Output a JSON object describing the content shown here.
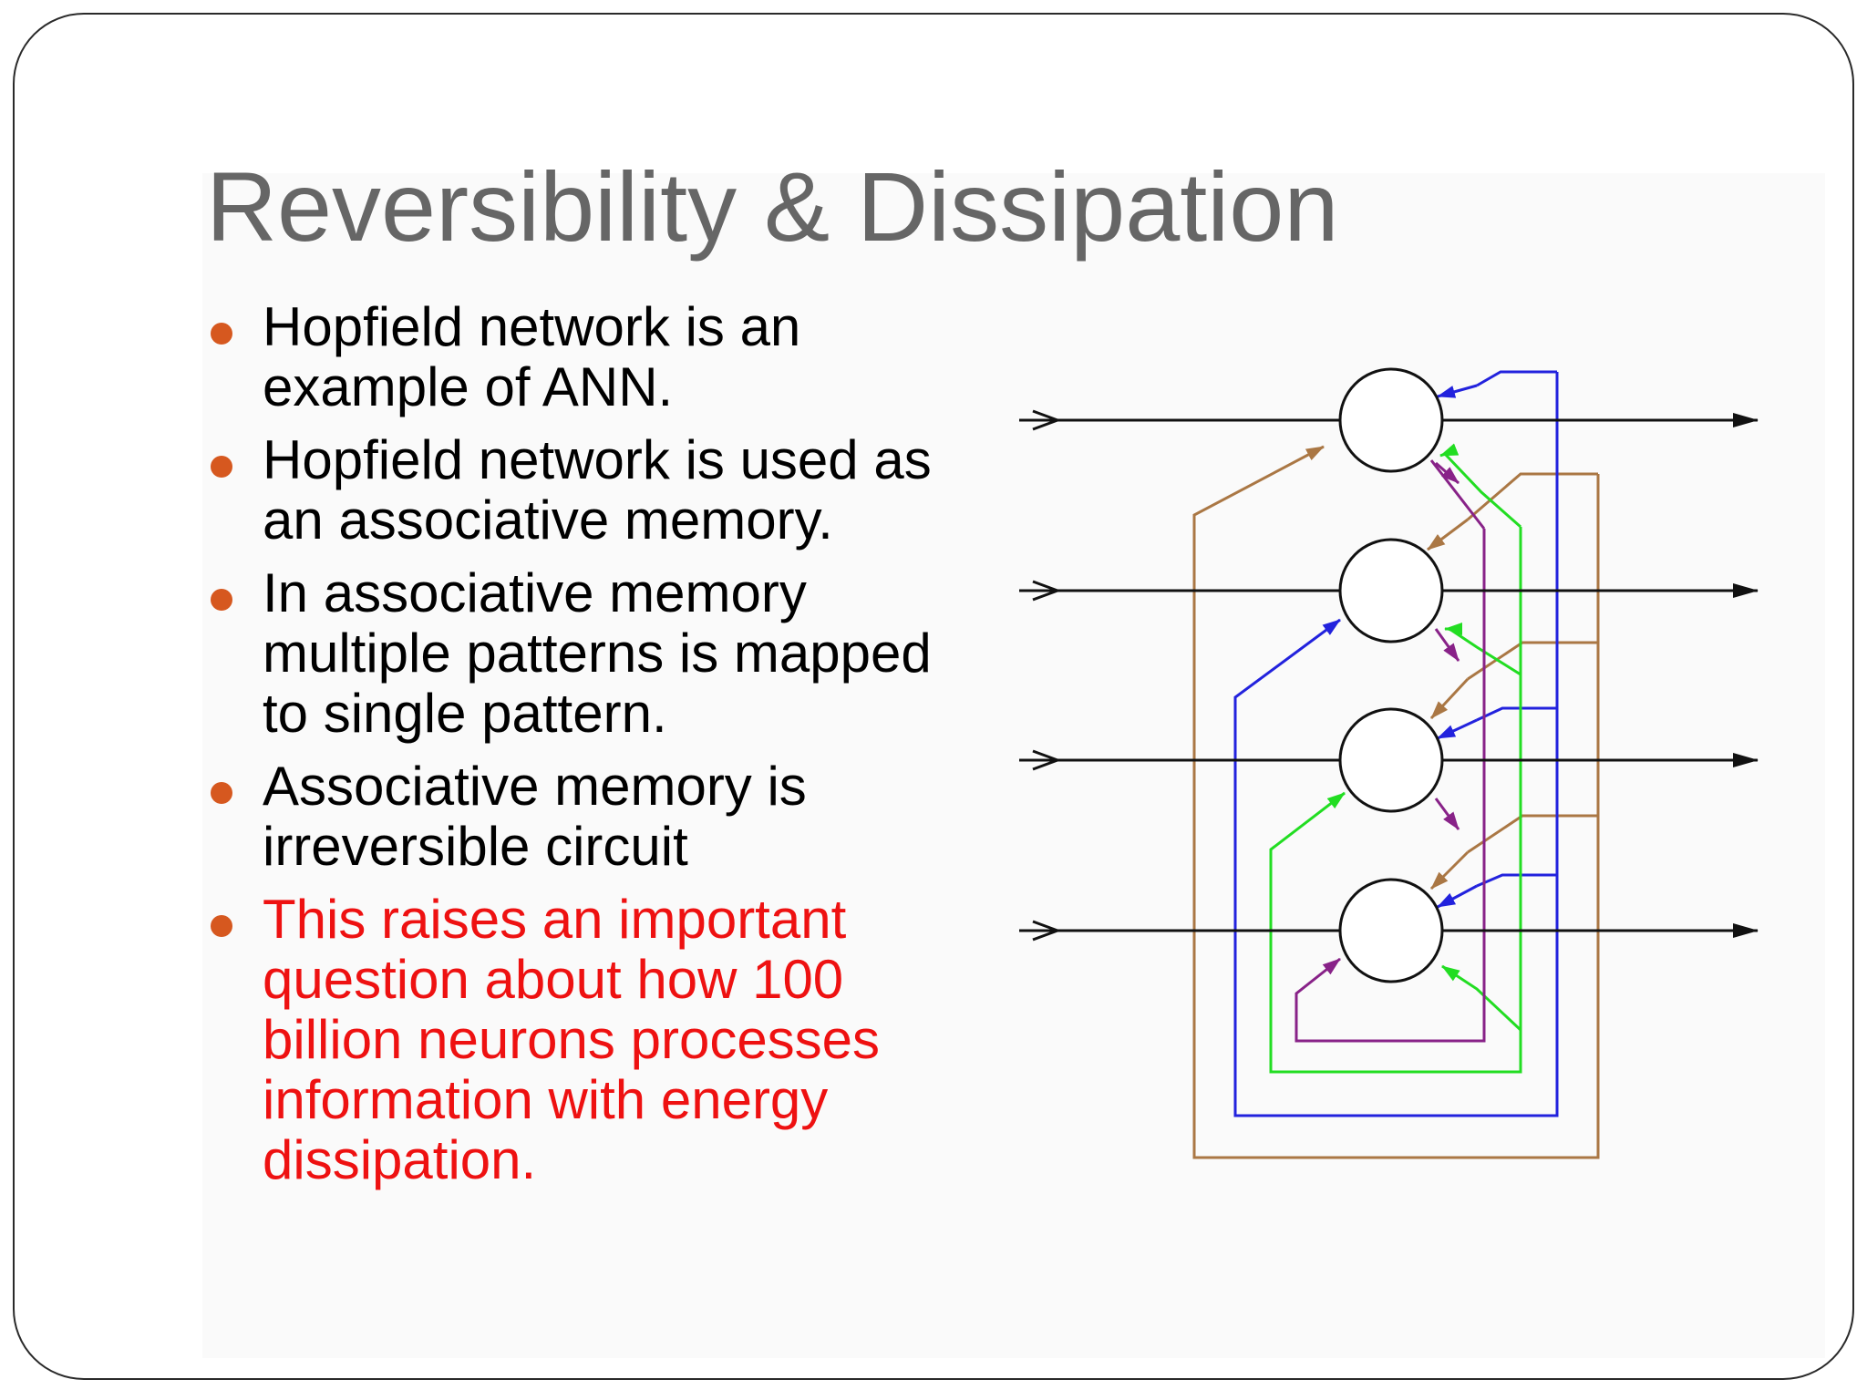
{
  "slide": {
    "title": "Reversibility & Dissipation",
    "bullets": [
      {
        "text": "Hopfield network is an example of ANN.",
        "color": "#000000"
      },
      {
        "text": "Hopfield network is used as an associative memory.",
        "color": "#000000"
      },
      {
        "text": "In associative memory multiple patterns is mapped to single pattern.",
        "color": "#000000"
      },
      {
        "text": "Associative memory is irreversible circuit",
        "color": "#000000"
      },
      {
        "text": "This raises an important question about how 100 billion neurons processes information with energy dissipation.",
        "color": "#ee1111"
      }
    ],
    "colors": {
      "title": "#666666",
      "bullet_marker": "#d6581f",
      "highlight_text": "#ee1111",
      "feedback_blue": "#2222dd",
      "feedback_green": "#22dd22",
      "feedback_purple": "#882288",
      "feedback_brown": "#aa7744"
    },
    "diagram": {
      "neuron_count": 4,
      "icon": "hopfield-network-diagram"
    }
  }
}
